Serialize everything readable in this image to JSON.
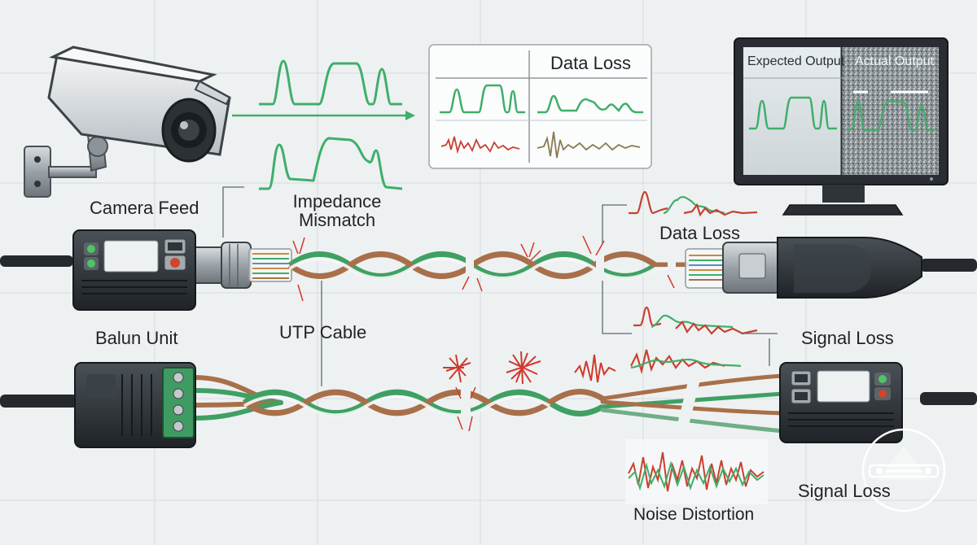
{
  "labels": {
    "camera_feed": "Camera Feed",
    "impedance_line1": "Impedance",
    "impedance_line2": "Mismatch",
    "data_loss_panel": "Data Loss",
    "data_loss_cable": "Data Loss",
    "balun_unit": "Balun Unit",
    "utp_cable": "UTP Cable",
    "signal_loss_top": "Signal Loss",
    "signal_loss_bottom": "Signal Loss",
    "noise_distortion": "Noise Distortion",
    "expected_output": "Expected Output",
    "actual_output": "Actual Output"
  },
  "colors": {
    "background": "#eef1f2",
    "signal_green": "#3fae6a",
    "noise_red": "#d0392b",
    "copper_wire": "#a8704a",
    "device_body": "#2c3136",
    "monitor_bezel": "#2a2e33"
  },
  "icons": [
    "cctv-camera-icon",
    "balun-device-icon",
    "rj45-connector-icon",
    "monitor-icon",
    "logo-badge-icon"
  ]
}
